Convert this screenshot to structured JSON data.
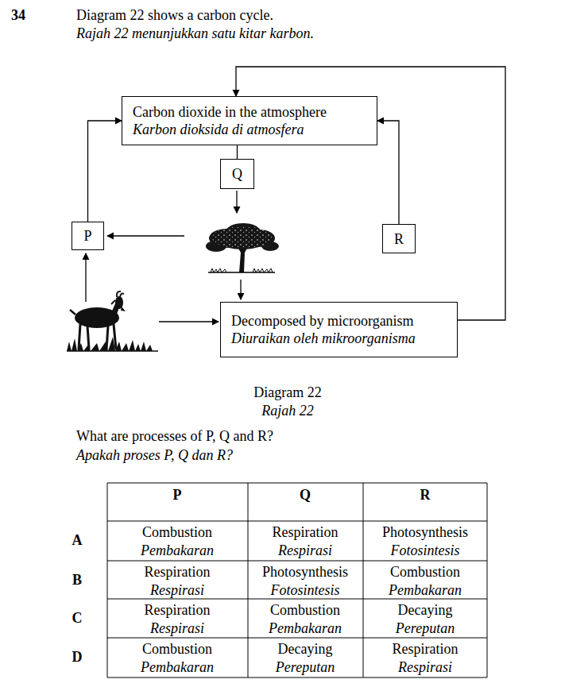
{
  "diagram": {
    "nodes": [
      {
        "text": [
          "Carbon dioxide in the atmosphere",
          "Karbon dioksida di atmosfera"
        ]
      },
      {
        "text": [
          "Q"
        ]
      },
      {
        "text": [
          "P"
        ]
      },
      {
        "text": [
          "R"
        ]
      },
      {
        "text": [
          "Decomposed by microorganism",
          "Diuraikan oleh mikroorganisma"
        ]
      }
    ],
    "edges": [
      {
        "from": 0,
        "to": 1,
        "arrow": "none"
      },
      {
        "from": 2,
        "to": 0,
        "arrow": "to"
      },
      {
        "from": 3,
        "to": 0,
        "arrow": "to"
      },
      {
        "from": 4,
        "to": 0,
        "arrow": "to"
      }
    ],
    "labels": [
      "34",
      "Diagram 22 shows a carbon cycle.",
      "Rajah 22 menunjukkan satu kitar karbon.",
      "Diagram 22",
      "Rajah 22",
      "What are processes of P, Q and R?",
      "Apakah proses P, Q dan R?",
      "P",
      "Q",
      "R",
      "A",
      "Combustion",
      "Pembakaran",
      "Respiration",
      "Respirasi",
      "Photosynthesis",
      "Fotosintesis",
      "B",
      "Respiration",
      "Respirasi",
      "Photosynthesis",
      "Fotosintesis",
      "Combustion",
      "Pembakaran",
      "C",
      "Respiration",
      "Respirasi",
      "Combustion",
      "Pembakaran",
      "Decaying",
      "Pereputan",
      "D",
      "Combustion",
      "Pembakaran",
      "Decaying",
      "Pereputan",
      "Respiration",
      "Respirasi"
    ]
  }
}
